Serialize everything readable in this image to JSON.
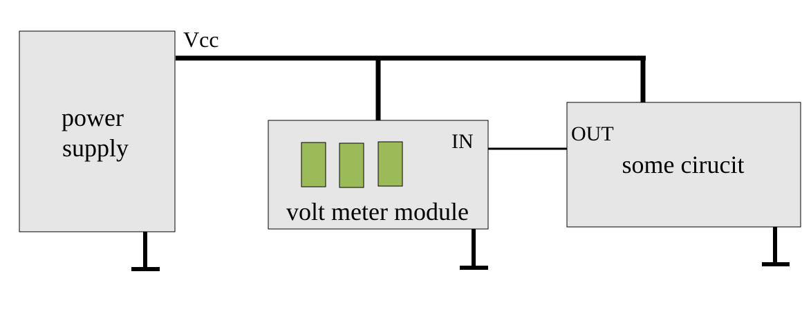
{
  "diagram": {
    "vcc_label": "Vcc",
    "power_supply": {
      "line1": "power",
      "line2": "supply"
    },
    "voltmeter": {
      "in_label": "IN",
      "name": "volt meter module",
      "display_digits": 3,
      "display_color": "#9bbb59"
    },
    "circuit": {
      "out_label": "OUT",
      "name": "some cirucit"
    },
    "colors": {
      "box_fill": "#e6e6e6",
      "wire": "#000000"
    }
  }
}
